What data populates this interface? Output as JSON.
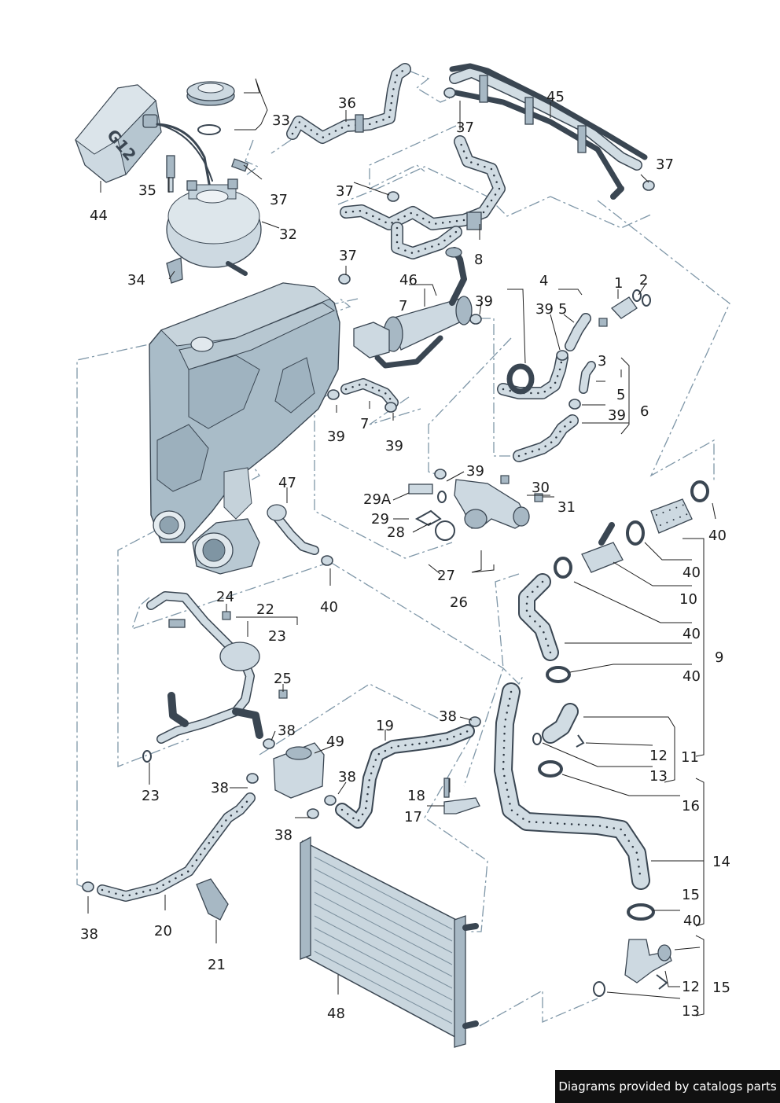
{
  "diagram": {
    "container_text": "G12",
    "callouts": [
      {
        "id": "c44",
        "text": "44"
      },
      {
        "id": "c35",
        "text": "35"
      },
      {
        "id": "c34",
        "text": "34"
      },
      {
        "id": "c33",
        "text": "33"
      },
      {
        "id": "c37a",
        "text": "37"
      },
      {
        "id": "c32",
        "text": "32"
      },
      {
        "id": "c36",
        "text": "36"
      },
      {
        "id": "c37b",
        "text": "37"
      },
      {
        "id": "c45",
        "text": "45"
      },
      {
        "id": "c37c",
        "text": "37"
      },
      {
        "id": "c37d",
        "text": "37"
      },
      {
        "id": "c8",
        "text": "8"
      },
      {
        "id": "c37e",
        "text": "37"
      },
      {
        "id": "c46",
        "text": "46"
      },
      {
        "id": "c7a",
        "text": "7"
      },
      {
        "id": "c39a",
        "text": "39"
      },
      {
        "id": "c4",
        "text": "4"
      },
      {
        "id": "c1",
        "text": "1"
      },
      {
        "id": "c2",
        "text": "2"
      },
      {
        "id": "c39b",
        "text": "39"
      },
      {
        "id": "c5a",
        "text": "5"
      },
      {
        "id": "c3",
        "text": "3"
      },
      {
        "id": "c5b",
        "text": "5"
      },
      {
        "id": "c6",
        "text": "6"
      },
      {
        "id": "c39c",
        "text": "39"
      },
      {
        "id": "c39d",
        "text": "39"
      },
      {
        "id": "c7b",
        "text": "7"
      },
      {
        "id": "c39e",
        "text": "39"
      },
      {
        "id": "c47",
        "text": "47"
      },
      {
        "id": "c39f",
        "text": "39"
      },
      {
        "id": "c30",
        "text": "30"
      },
      {
        "id": "c29a",
        "text": "29A"
      },
      {
        "id": "c31",
        "text": "31"
      },
      {
        "id": "c29",
        "text": "29"
      },
      {
        "id": "c28",
        "text": "28"
      },
      {
        "id": "c40a",
        "text": "40"
      },
      {
        "id": "c40b",
        "text": "40"
      },
      {
        "id": "c27",
        "text": "27"
      },
      {
        "id": "c26",
        "text": "26"
      },
      {
        "id": "c40c",
        "text": "40"
      },
      {
        "id": "c10",
        "text": "10"
      },
      {
        "id": "c24",
        "text": "24"
      },
      {
        "id": "c22",
        "text": "22"
      },
      {
        "id": "c23a",
        "text": "23"
      },
      {
        "id": "c40d",
        "text": "40"
      },
      {
        "id": "c9",
        "text": "9"
      },
      {
        "id": "c40e",
        "text": "40"
      },
      {
        "id": "c25",
        "text": "25"
      },
      {
        "id": "c38a",
        "text": "38"
      },
      {
        "id": "c19",
        "text": "19"
      },
      {
        "id": "c38b",
        "text": "38"
      },
      {
        "id": "c49",
        "text": "49"
      },
      {
        "id": "c12a",
        "text": "12"
      },
      {
        "id": "c11",
        "text": "11"
      },
      {
        "id": "c13a",
        "text": "13"
      },
      {
        "id": "c23b",
        "text": "23"
      },
      {
        "id": "c38c",
        "text": "38"
      },
      {
        "id": "c38d",
        "text": "38"
      },
      {
        "id": "c18",
        "text": "18"
      },
      {
        "id": "c16",
        "text": "16"
      },
      {
        "id": "c17",
        "text": "17"
      },
      {
        "id": "c38e",
        "text": "38"
      },
      {
        "id": "c14",
        "text": "14"
      },
      {
        "id": "c15a",
        "text": "15"
      },
      {
        "id": "c40f",
        "text": "40"
      },
      {
        "id": "c38f",
        "text": "38"
      },
      {
        "id": "c20",
        "text": "20"
      },
      {
        "id": "c21",
        "text": "21"
      },
      {
        "id": "c12b",
        "text": "12"
      },
      {
        "id": "c15b",
        "text": "15"
      },
      {
        "id": "c48",
        "text": "48"
      },
      {
        "id": "c13b",
        "text": "13"
      }
    ]
  },
  "credit": "Diagrams provided by catalogs parts",
  "colors": {
    "part_fill": "#cdd9e1",
    "engine_fill": "#a9bcc8",
    "leader": "#1e1e1e",
    "dash": "#7f97a8",
    "credit_bg": "#111111"
  }
}
